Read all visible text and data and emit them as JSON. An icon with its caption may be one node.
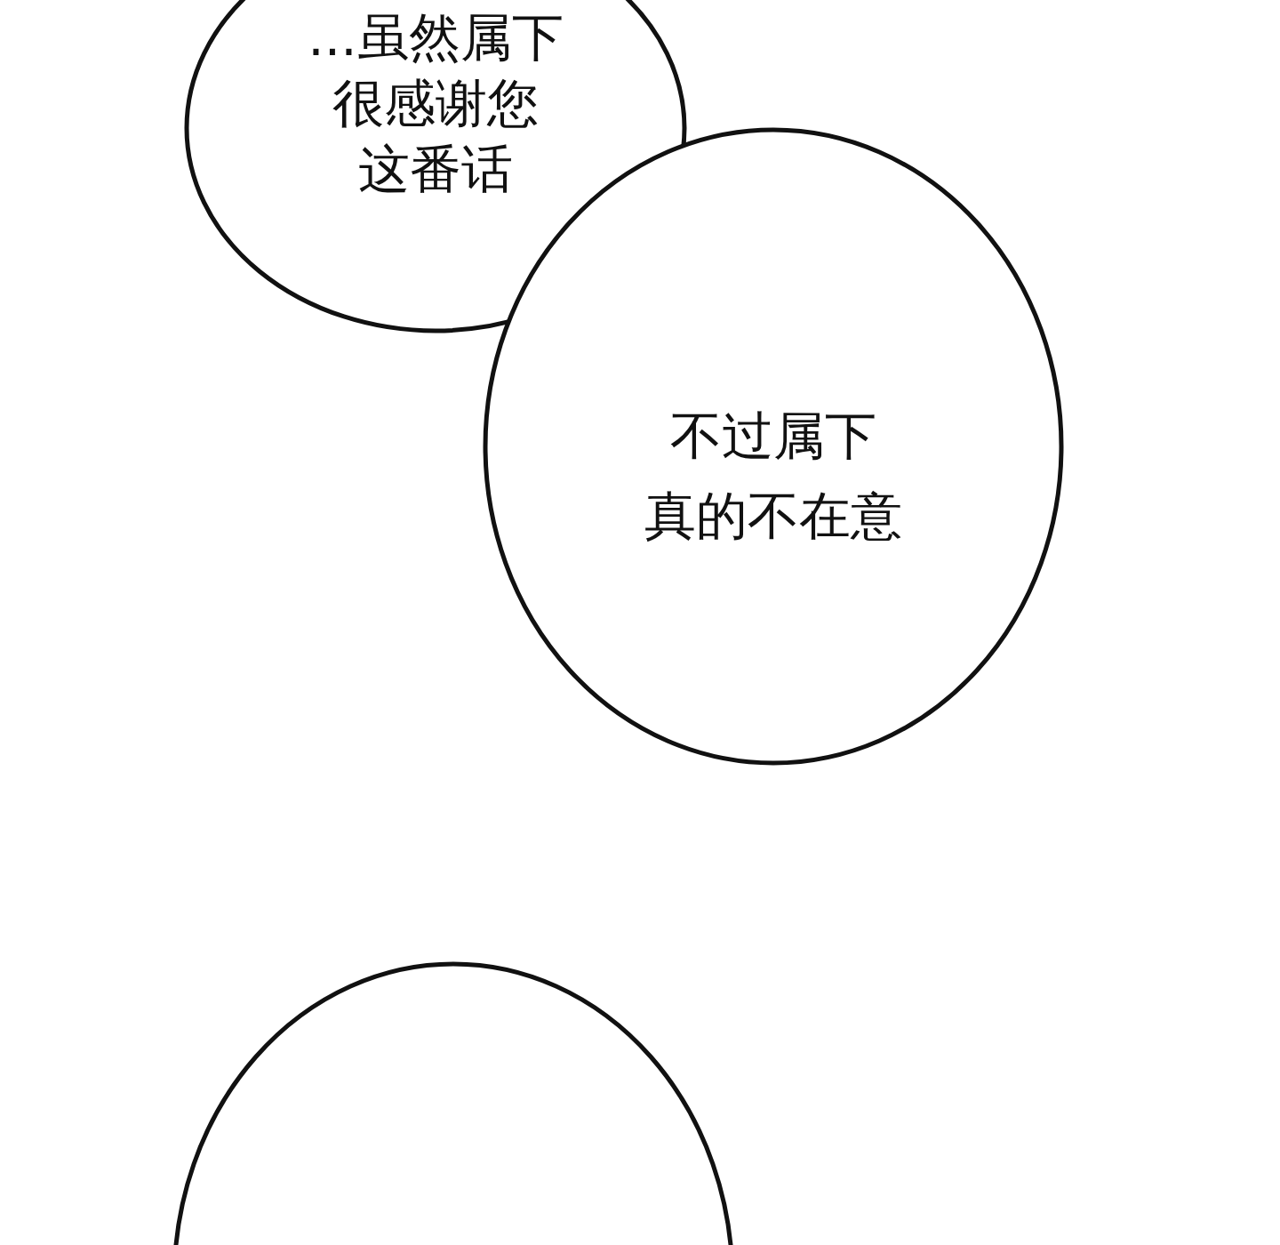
{
  "diagram": {
    "nodes": [
      {
        "text": [
          "...虽然属下很感谢您这番话"
        ]
      },
      {
        "text": [
          "不过属下真的不在意"
        ]
      },
      {
        "text": [],
        "shape": "circle"
      }
    ]
  }
}
